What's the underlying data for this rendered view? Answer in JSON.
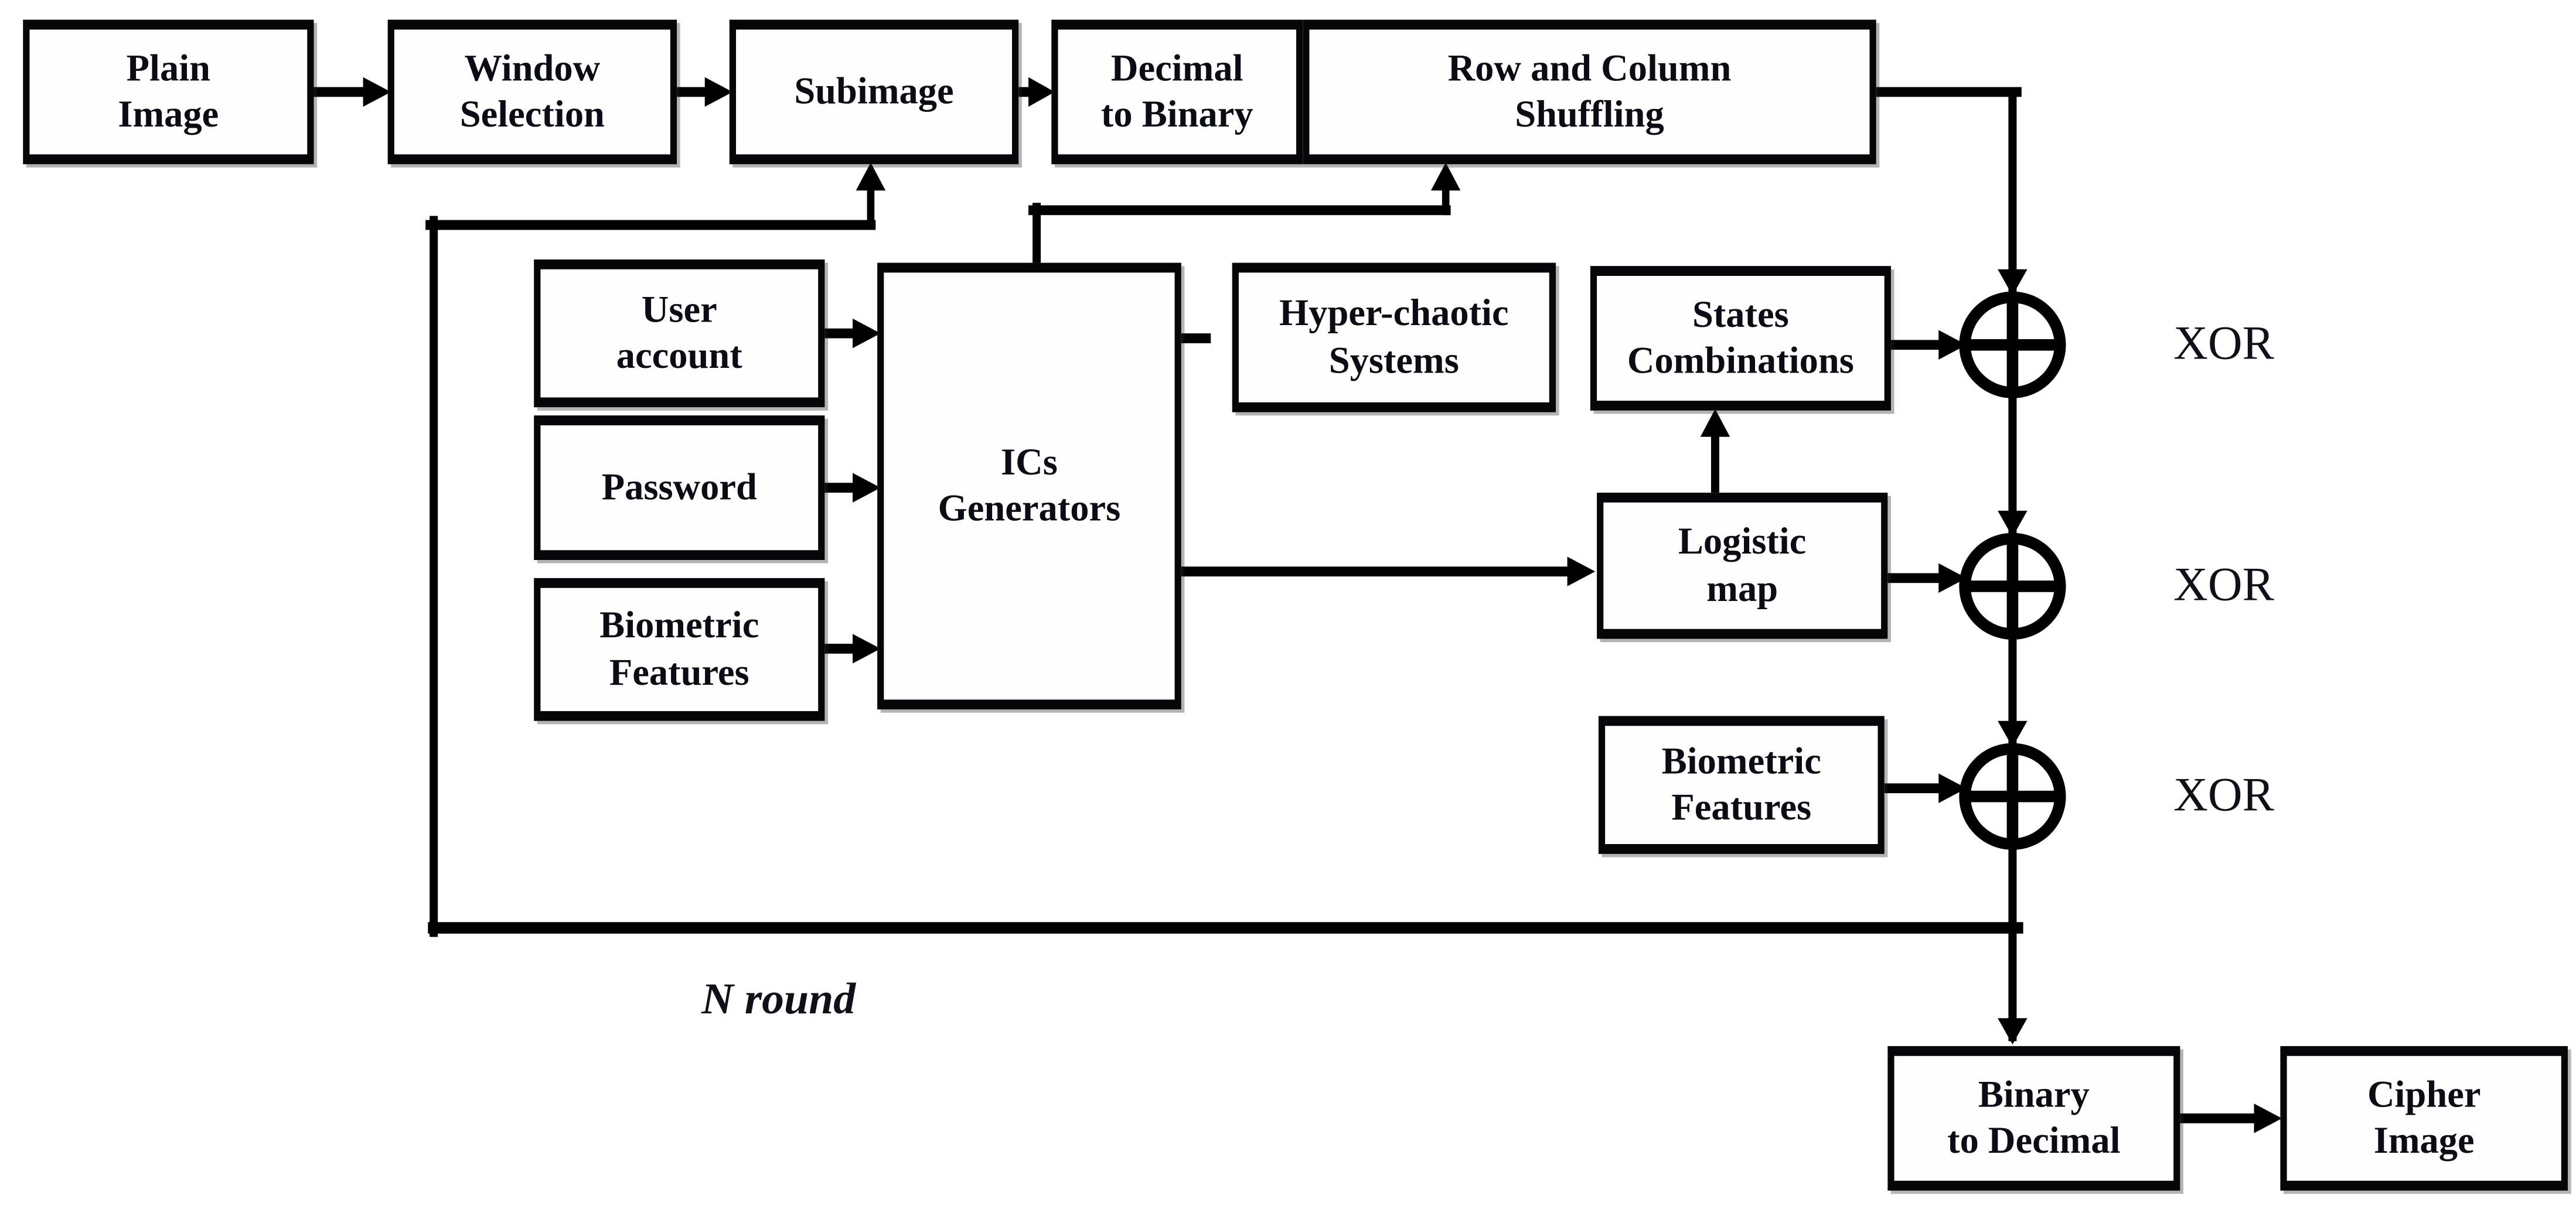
{
  "diagram": {
    "kind": "flowchart",
    "colors": {
      "background": "#ffffff",
      "line": "#000000",
      "box_fill": "#fefefe",
      "text": "#0c0c14"
    },
    "nodes": {
      "plain_image": {
        "label": "Plain\nImage"
      },
      "window_selection": {
        "label": "Window\nSelection"
      },
      "subimage": {
        "label": "Subimage"
      },
      "decimal_to_binary": {
        "label": "Decimal\nto Binary"
      },
      "row_column_shuffling": {
        "label": "Row and Column\nShuffling"
      },
      "user_account": {
        "label": "User\naccount"
      },
      "password": {
        "label": "Password"
      },
      "biometric_features_key": {
        "label": "Biometric\nFeatures"
      },
      "ics_generators": {
        "label": "ICs\nGenerators"
      },
      "hyper_chaotic_systems": {
        "label": "Hyper-chaotic\nSystems"
      },
      "states_combinations": {
        "label": "States\nCombinations"
      },
      "logistic_map": {
        "label": "Logistic\nmap"
      },
      "biometric_features_stream": {
        "label": "Biometric\nFeatures"
      },
      "binary_to_decimal": {
        "label": "Binary\nto Decimal"
      },
      "cipher_image": {
        "label": "Cipher\nImage"
      }
    },
    "annotations": {
      "xor_label_1": "XOR",
      "xor_label_2": "XOR",
      "xor_label_3": "XOR",
      "n_round": "N round"
    },
    "icons": {
      "xor_symbol": "circle-plus ⊕ (XOR operation node, drawn 3 times)"
    }
  }
}
